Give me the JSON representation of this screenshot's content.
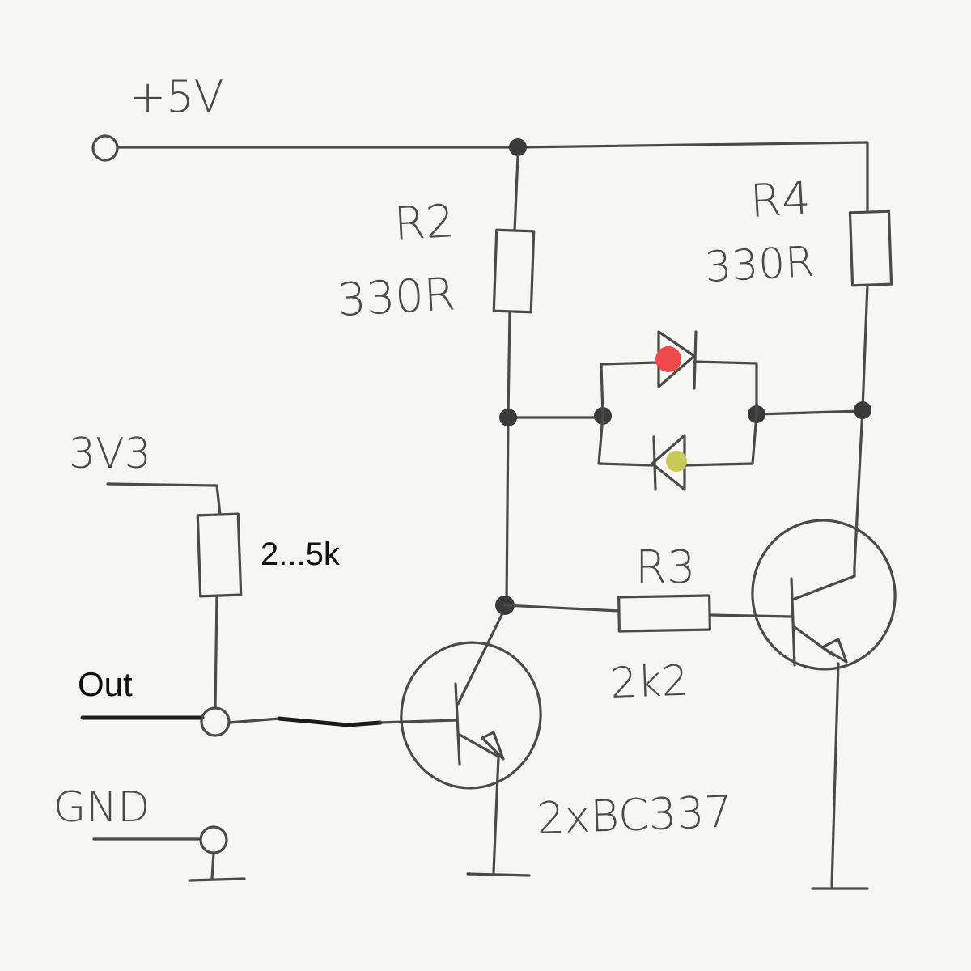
{
  "labels": {
    "supply": "+5V",
    "r2_name": "R2",
    "r2_value": "330R",
    "r4_name": "R4",
    "r4_value": "330R",
    "input_supply": "3V3",
    "pullup_value": "2...5k",
    "r3_name": "R3",
    "r3_value": "2k2",
    "output": "Out",
    "ground": "GND",
    "transistors": "2xBC337"
  },
  "colors": {
    "led_red": "#ef4a4a",
    "led_yellow": "#c9c95a"
  }
}
